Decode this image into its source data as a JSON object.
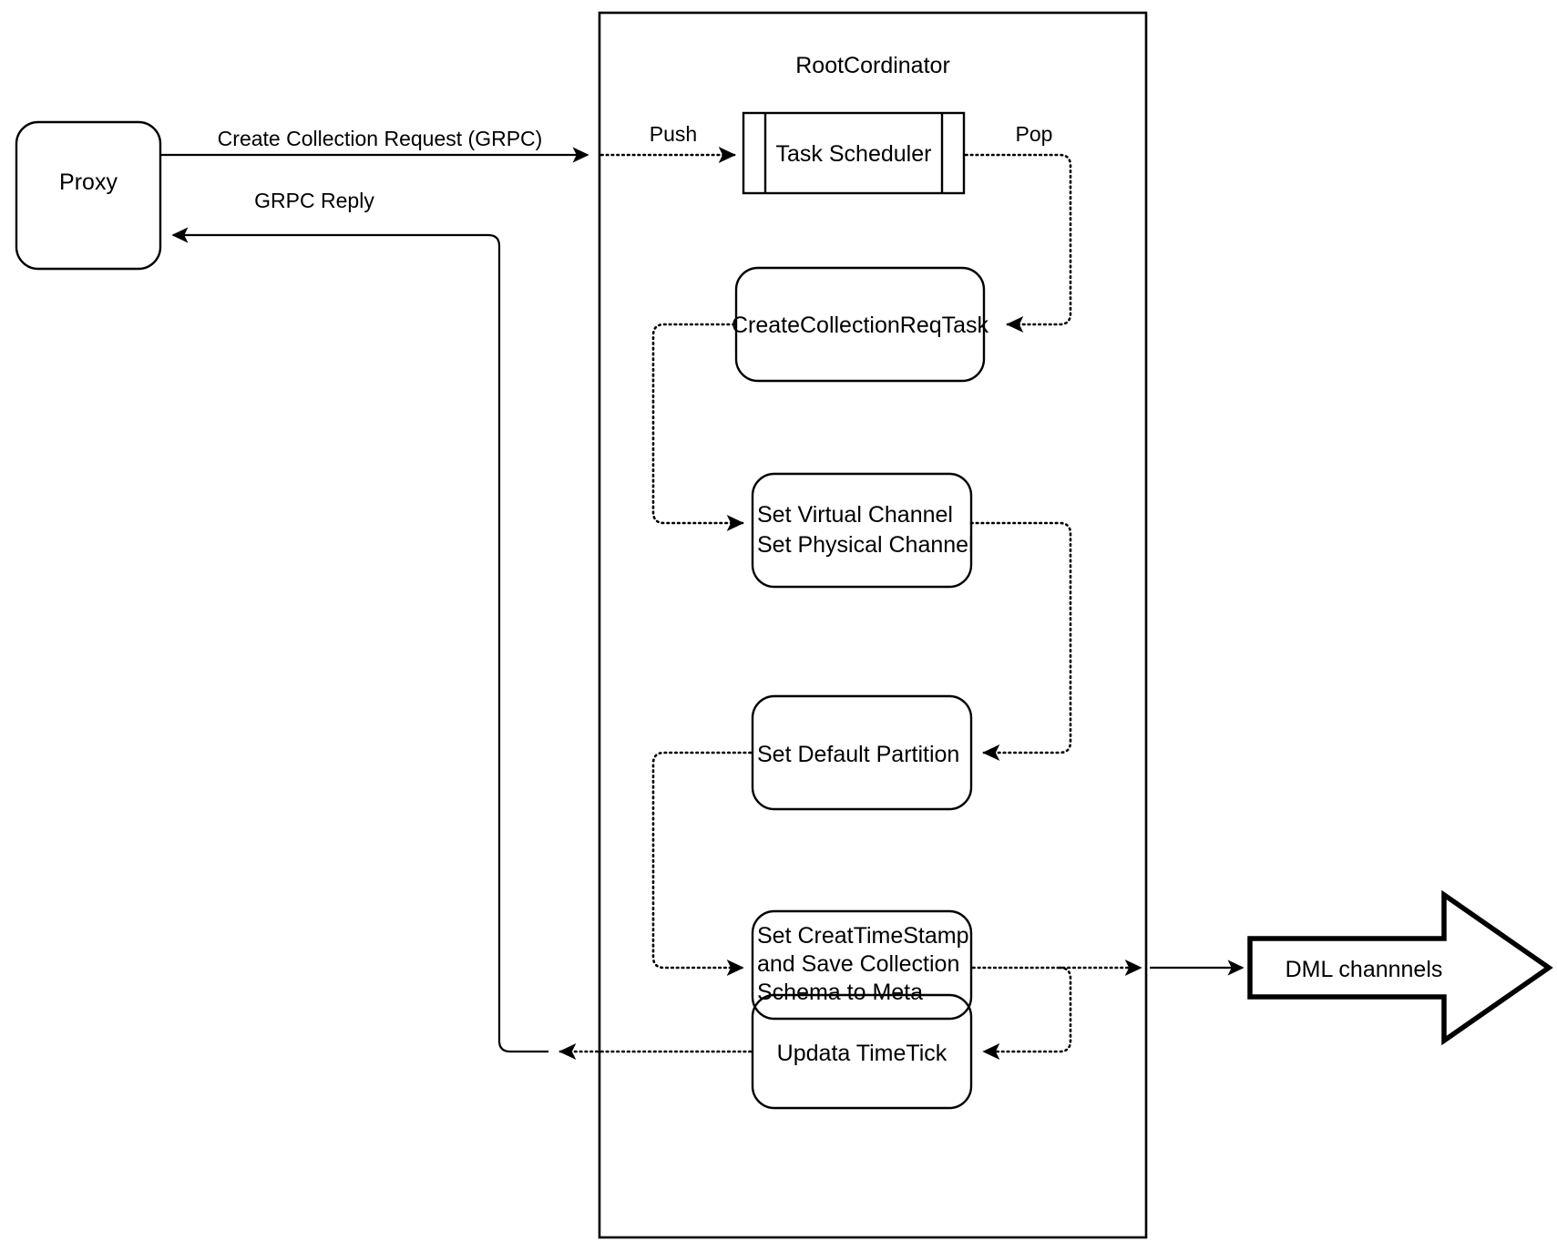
{
  "diagram": {
    "title_visible": false,
    "colors": {
      "stroke": "#000000",
      "fill": "#ffffff",
      "text": "#000000"
    },
    "container": {
      "label": "RootCordinator",
      "name": "rootcordinator-container"
    },
    "nodes": [
      {
        "id": "proxy",
        "label": "Proxy",
        "shape": "rounded-rect"
      },
      {
        "id": "task-scheduler",
        "label": "Task Scheduler",
        "shape": "queue"
      },
      {
        "id": "create-collection-req-task",
        "label": "CreateCollectionReqTask",
        "shape": "rounded-rect"
      },
      {
        "id": "set-channels",
        "label": "Set Virtual Channel\nSet Physical Channel",
        "line1": "Set Virtual Channel",
        "line2": "Set Physical Channel",
        "shape": "rounded-rect"
      },
      {
        "id": "set-default-partition",
        "label": "Set Default Partition",
        "shape": "rounded-rect"
      },
      {
        "id": "set-timestamp-save-meta",
        "label": "Set CreatTimeStamp and Save Collection Schema to Meta",
        "line1": "Set CreatTimeStamp",
        "line2": "and Save Collection",
        "line3": "Schema to Meta",
        "shape": "rounded-rect"
      },
      {
        "id": "updata-timetick",
        "label": "Updata TimeTick",
        "shape": "rounded-rect"
      },
      {
        "id": "dml-channels",
        "label": "DML channnels",
        "shape": "block-arrow-right"
      }
    ],
    "edge_labels": [
      {
        "id": "create-collection-request",
        "label": "Create Collection Request (GRPC)"
      },
      {
        "id": "grpc-reply",
        "label": "GRPC Reply"
      },
      {
        "id": "push",
        "label": "Push"
      },
      {
        "id": "pop",
        "label": "Pop"
      }
    ]
  }
}
